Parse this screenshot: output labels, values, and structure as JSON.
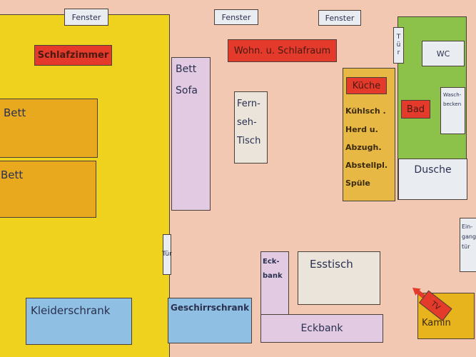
{
  "windows": [
    "Fenster",
    "Fenster",
    "Fenster"
  ],
  "bedroom": {
    "label": "Schlafzimmer",
    "beds": [
      "Bett",
      "Bett"
    ],
    "door": "Tür",
    "wardrobe": "Kleiderschrank"
  },
  "living": {
    "label": "Wohn. u. Schlafraum",
    "sofa": [
      "Bett",
      "Sofa"
    ],
    "tv_table": [
      "Fern-",
      "seh-",
      "Tisch"
    ],
    "cupboard": "Geschirrschrank",
    "dining_table": "Esstisch",
    "corner_bench_v": [
      "Eck-",
      "bank"
    ],
    "corner_bench_h": "Eckbank",
    "tv": "TV",
    "fireplace": "Kamin",
    "entrance": [
      "Ein-",
      "gang",
      "tür"
    ]
  },
  "kitchen": {
    "label": "Küche",
    "items": [
      "Kühlsch .",
      "Herd u.",
      "Abzugh.",
      "Abstellpl.",
      "Spüle"
    ]
  },
  "bath": {
    "door": "Tür",
    "label": "Bad",
    "wc": "WC",
    "sink": [
      "Wasch-",
      "becken"
    ],
    "shower": "Dusche"
  }
}
